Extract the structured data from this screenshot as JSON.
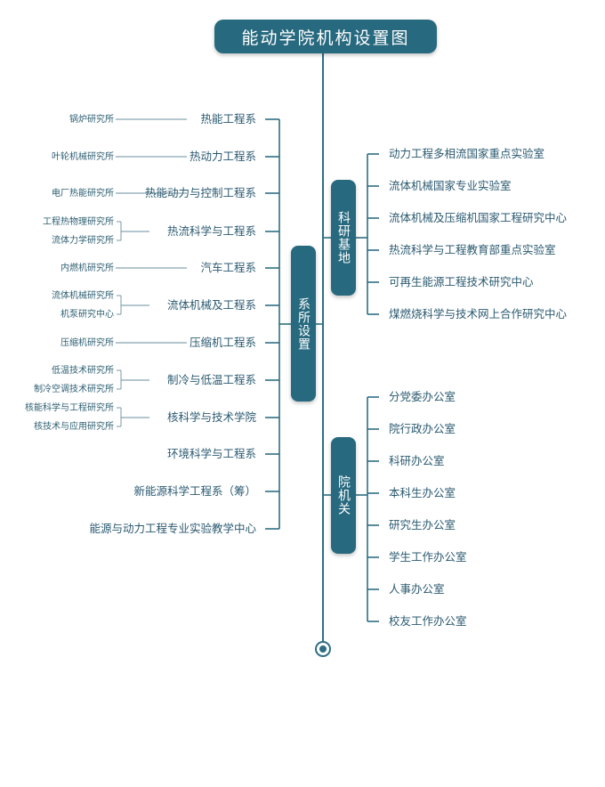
{
  "title": "能动学院机构设置图",
  "left_box": "系所设置",
  "research_box": "科研基地",
  "admin_box": "院机关",
  "departments": [
    {
      "name": "热能工程系",
      "institutes": [
        "锅炉研究所"
      ]
    },
    {
      "name": "热动力工程系",
      "institutes": [
        "叶轮机械研究所"
      ]
    },
    {
      "name": "热能动力与控制工程系",
      "institutes": [
        "电厂热能研究所"
      ]
    },
    {
      "name": "热流科学与工程系",
      "institutes": [
        "工程热物理研究所",
        "流体力学研究所"
      ]
    },
    {
      "name": "汽车工程系",
      "institutes": [
        "内燃机研究所"
      ]
    },
    {
      "name": "流体机械及工程系",
      "institutes": [
        "流体机械研究所",
        "机泵研究中心"
      ]
    },
    {
      "name": "压缩机工程系",
      "institutes": [
        "压缩机研究所"
      ]
    },
    {
      "name": "制冷与低温工程系",
      "institutes": [
        "低温技术研究所",
        "制冷空调技术研究所"
      ]
    },
    {
      "name": "核科学与技术学院",
      "institutes": [
        "核能科学与工程研究所",
        "核技术与应用研究所"
      ]
    },
    {
      "name": "环境科学与工程系",
      "institutes": []
    },
    {
      "name": "新能源科学工程系（筹）",
      "institutes": []
    },
    {
      "name": "能源与动力工程专业实验教学中心",
      "institutes": []
    }
  ],
  "research_bases": [
    "动力工程多相流国家重点实验室",
    "流体机械国家专业实验室",
    "流体机械及压缩机国家工程研究中心",
    "热流科学与工程教育部重点实验室",
    "可再生能源工程技术研究中心",
    "煤燃烧科学与技术网上合作研究中心"
  ],
  "offices": [
    "分党委办公室",
    "院行政办公室",
    "科研办公室",
    "本科生办公室",
    "研究生办公室",
    "学生工作办公室",
    "人事办公室",
    "校友工作办公室"
  ]
}
